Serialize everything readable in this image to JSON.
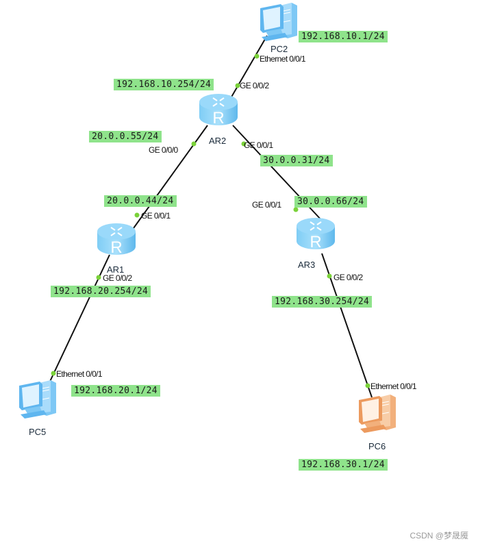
{
  "devices": {
    "pc2": {
      "name": "PC2",
      "ip": "192.168.10.1/24",
      "port": "Ethernet 0/0/1",
      "type": "pc",
      "color": "#7ec8f5"
    },
    "ar2": {
      "name": "AR2",
      "ports": {
        "g002": "GE 0/0/2",
        "g000": "GE 0/0/0",
        "g001": "GE 0/0/1"
      },
      "ips": {
        "g002": "192.168.10.254/24",
        "g000": "20.0.0.55/24",
        "g001": "30.0.0.31/24"
      },
      "type": "router"
    },
    "ar1": {
      "name": "AR1",
      "ports": {
        "g001": "GE 0/0/1",
        "g002": "GE 0/0/2"
      },
      "ips": {
        "g001": "20.0.0.44/24",
        "g002": "192.168.20.254/24"
      },
      "type": "router"
    },
    "ar3": {
      "name": "AR3",
      "ports": {
        "g001": "GE 0/0/1",
        "g002": "GE 0/0/2"
      },
      "ips": {
        "g001": "30.0.0.66/24",
        "g002": "192.168.30.254/24"
      },
      "type": "router"
    },
    "pc5": {
      "name": "PC5",
      "ip": "192.168.20.1/24",
      "port": "Ethernet 0/0/1",
      "type": "pc",
      "color": "#7ec8f5"
    },
    "pc6": {
      "name": "PC6",
      "ip": "192.168.30.1/24",
      "port": "Ethernet 0/0/1",
      "type": "pc",
      "color": "#f5b07e"
    }
  },
  "links": [
    {
      "from": "PC2",
      "to": "AR2"
    },
    {
      "from": "AR2",
      "to": "AR1"
    },
    {
      "from": "AR2",
      "to": "AR3"
    },
    {
      "from": "AR1",
      "to": "PC5"
    },
    {
      "from": "AR3",
      "to": "PC6"
    }
  ],
  "colors": {
    "ip_bg": "#8fe38b",
    "port_dot": "#7bd23a",
    "link": "#111111"
  },
  "watermark": "CSDN @梦晟魇"
}
